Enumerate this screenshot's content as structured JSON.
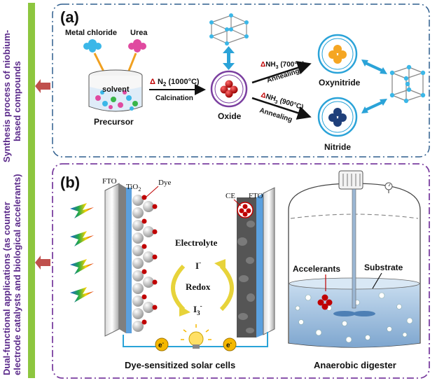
{
  "side": {
    "synthesis_line1": "Synthesis process of niobium-",
    "synthesis_line2": "based compounds",
    "applications_line1": "Dual-functional applications (as counter",
    "applications_line2": "electrode catalysts and biological accelerants)"
  },
  "panel_a": {
    "label": "(a)",
    "metal_chloride": "Metal chloride",
    "urea": "Urea",
    "solvent": "solvent",
    "precursor": "Precursor",
    "n2_condition": "N",
    "n2_sub": "2",
    "n2_temp": " (1000°C)",
    "calcination": "Calcination",
    "oxide": "Oxide",
    "nh3_700": "NH",
    "nh3_700_sub": "3",
    "nh3_700_temp": " (700°C)",
    "annealing_1": "Annealing",
    "nh3_900": "NH",
    "nh3_900_sub": "3",
    "nh3_900_temp": " (900°C)",
    "annealing_2": "Annealing",
    "oxynitride": "Oxynitride",
    "nitride": "Nitride",
    "delta": "Δ"
  },
  "panel_b": {
    "label": "(b)",
    "fto_left": "FTO",
    "tio2": "TiO",
    "tio2_sub": "2",
    "dye": "Dye",
    "ce": "CE",
    "fto_right": "FTO",
    "electrolyte": "Electrolyte",
    "i_minus": "I",
    "i_minus_sup": "-",
    "redox": "Redox",
    "i3": "I",
    "i3_sub": "3",
    "i3_sup": "-",
    "electron": "e",
    "electron_sup": "-",
    "dssc_title": "Dye-sensitized solar cells",
    "accelerants": "Accelerants",
    "substrate": "Substrate",
    "digester_title": "Anaerobic digester"
  },
  "colors": {
    "purple_border": "#7b3fa0",
    "blue_border": "#2f5e8e",
    "green_bar": "#8dc63f",
    "red_arrow": "#c0504d",
    "oxide_red": "#c00000",
    "oxynitride_orange": "#f5a623",
    "nitride_navy": "#1f3f7a",
    "ring_blue": "#2aa3d8"
  }
}
